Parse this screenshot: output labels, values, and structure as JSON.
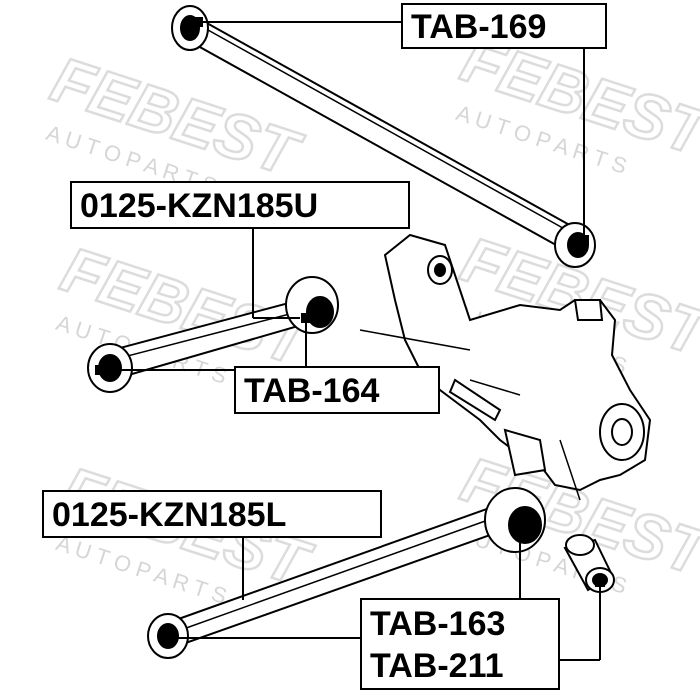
{
  "watermark": {
    "brand": "FEBEST",
    "tagline": "A U T O   P A R T S"
  },
  "labels": {
    "tab169": "TAB-169",
    "kzn185u": "0125-KZN185U",
    "tab164": "TAB-164",
    "kzn185l": "0125-KZN185L",
    "tab163": "TAB-163",
    "tab211": "TAB-211"
  },
  "colors": {
    "line": "#000000",
    "watermark": "#e6e6e6",
    "background": "#ffffff"
  }
}
